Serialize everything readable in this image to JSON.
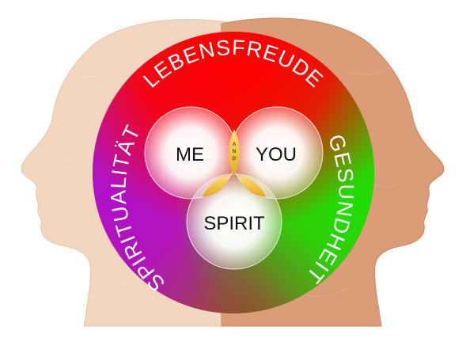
{
  "diagram": {
    "ring_labels": {
      "top": "LEBENSFREUDE",
      "left": "SPIRITUALITÄT",
      "right": "GESUNDHEIT"
    },
    "circles": {
      "me": "ME",
      "you": "YOU",
      "spirit": "SPIRIT"
    },
    "connector": {
      "letters": [
        "A",
        "N",
        "D"
      ]
    },
    "colors": {
      "head_left": "#f2d5bf",
      "head_right": "#dc9a72",
      "top_red": "#ff0000",
      "left_magenta": "#b012c8",
      "right_green": "#22e400",
      "bottom_mix": "#7a4a2a",
      "lens_gold": "#f2c232"
    }
  }
}
